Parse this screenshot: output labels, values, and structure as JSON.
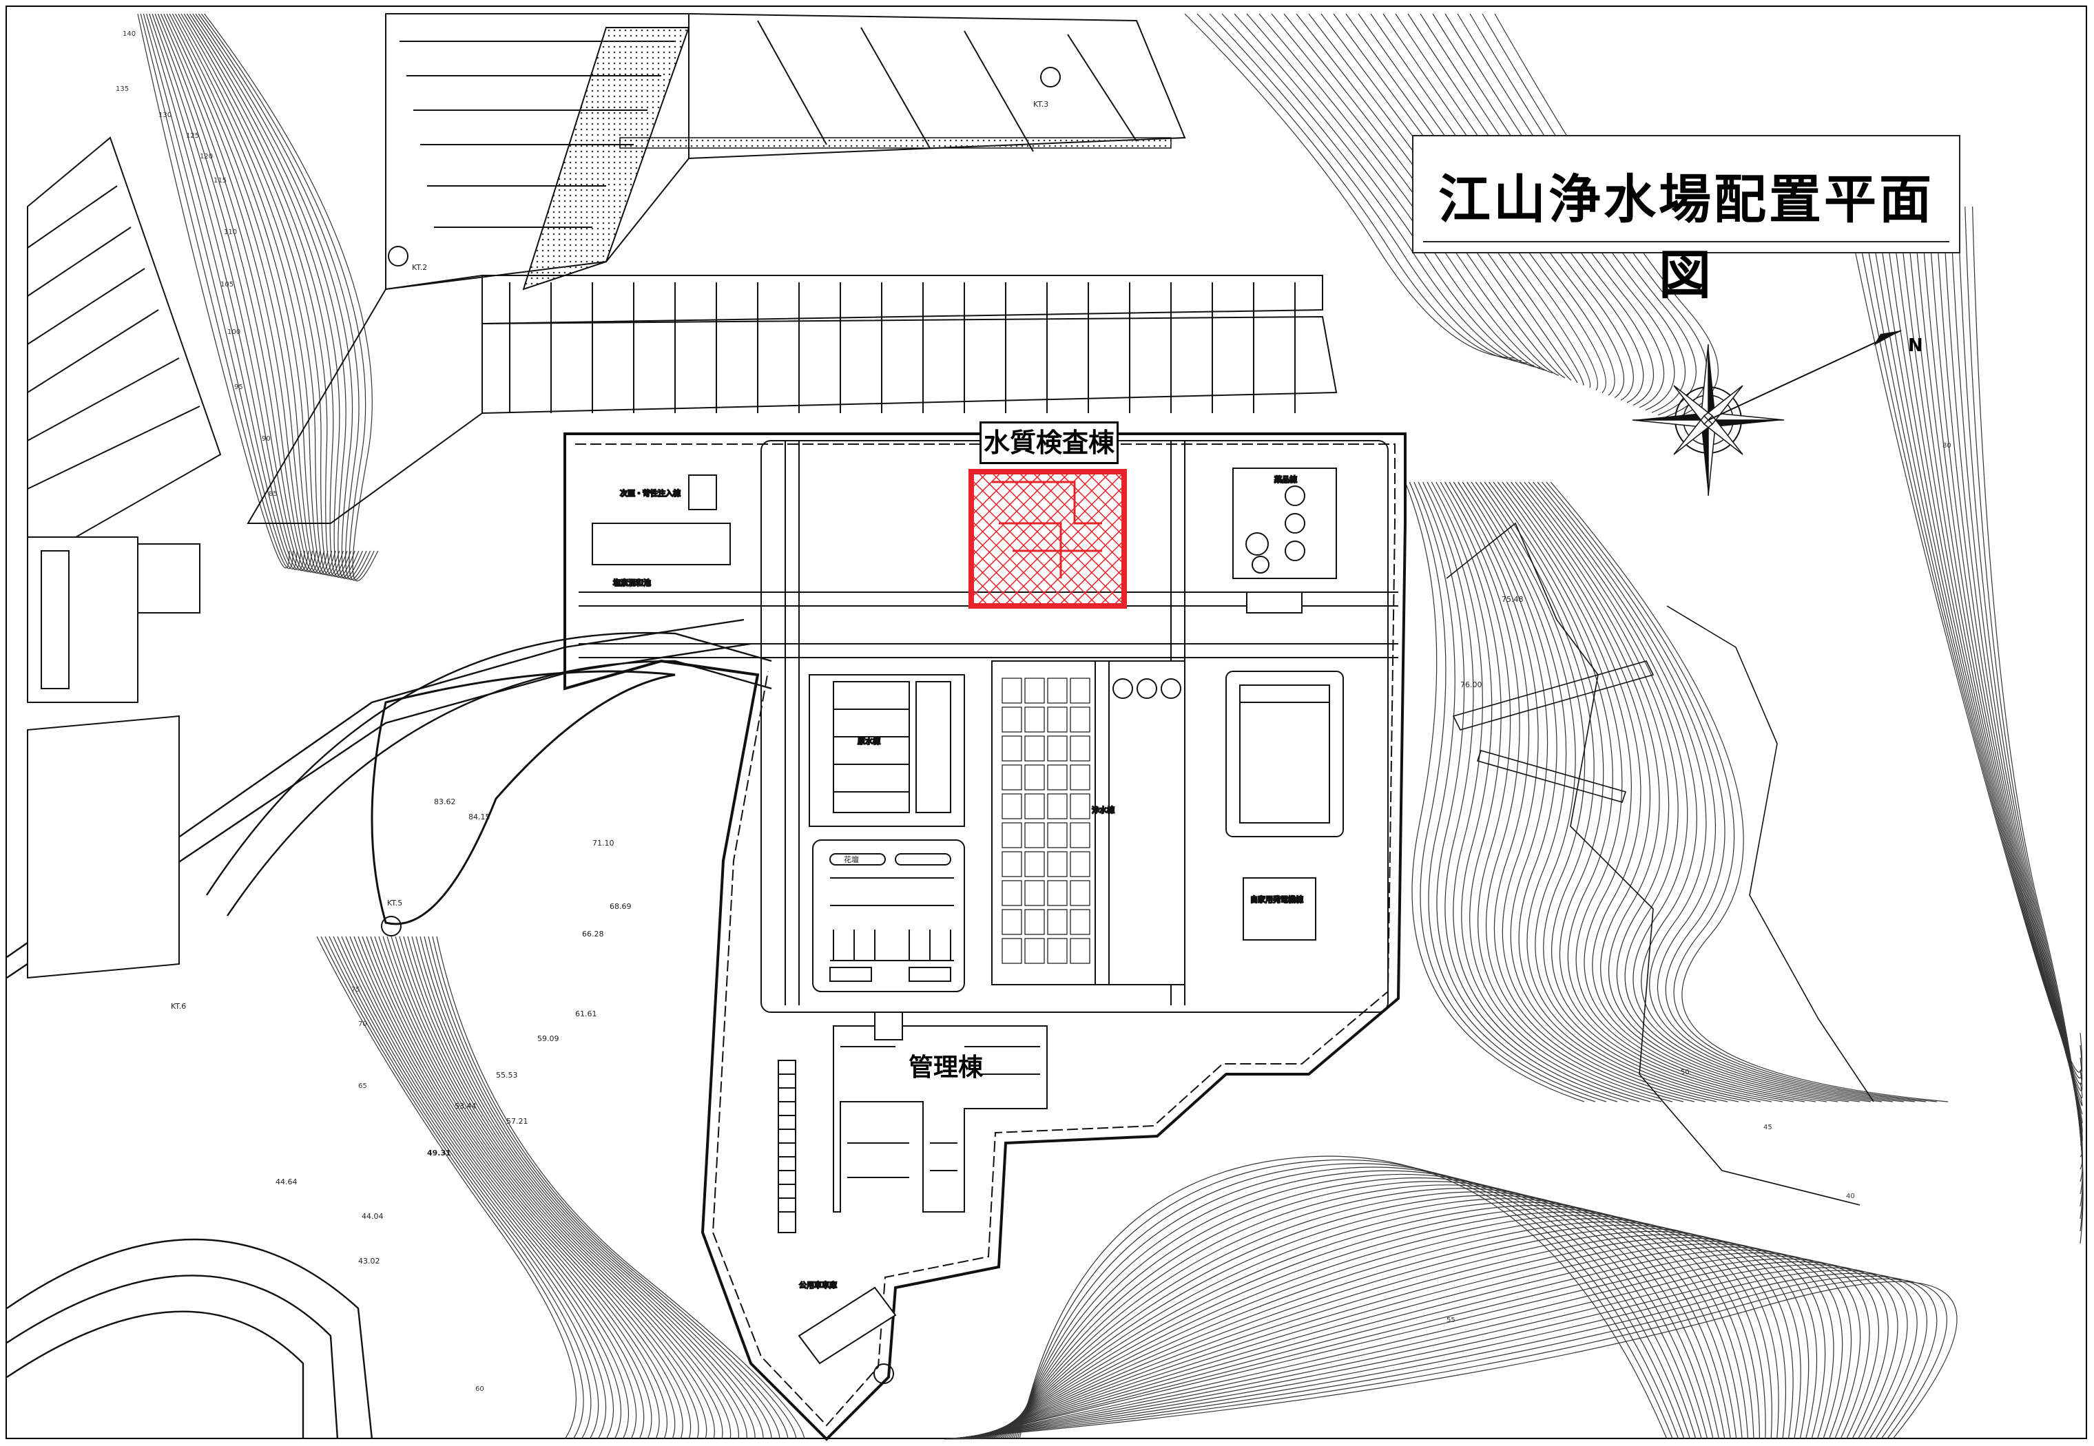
{
  "title": "江山浄水場配置平面図",
  "callouts": {
    "water_quality_lab": "水質検査棟",
    "admin_building": "管理棟"
  },
  "compass": {
    "north_label": "N"
  },
  "colors": {
    "highlight": "#e8232a",
    "line": "#111111",
    "background": "#ffffff"
  },
  "building_labels": {
    "raw_water": "原水棟",
    "purification": "浄水棟",
    "chemicals": "薬品棟",
    "generator": "自家用発電機棟",
    "injection": "次亜・苛性注入棟",
    "neutralization": "塩素混和池",
    "garage": "公用車車庫",
    "flowerbed": "花壇"
  },
  "elevations": [
    "84.15",
    "83.62",
    "71.10",
    "68.69",
    "66.28",
    "61.61",
    "59.09",
    "55.53",
    "53.44",
    "57.21",
    "49.31",
    "44.64",
    "44.04",
    "43.02",
    "76.00",
    "75.48"
  ],
  "contour_labels": [
    "140",
    "135",
    "130",
    "125",
    "120",
    "115",
    "110",
    "105",
    "100",
    "95",
    "90",
    "85",
    "80",
    "75",
    "70",
    "65",
    "60",
    "55",
    "50",
    "45",
    "40"
  ],
  "markers": [
    "KT.2",
    "KT.3",
    "KT.5",
    "KT.6"
  ]
}
